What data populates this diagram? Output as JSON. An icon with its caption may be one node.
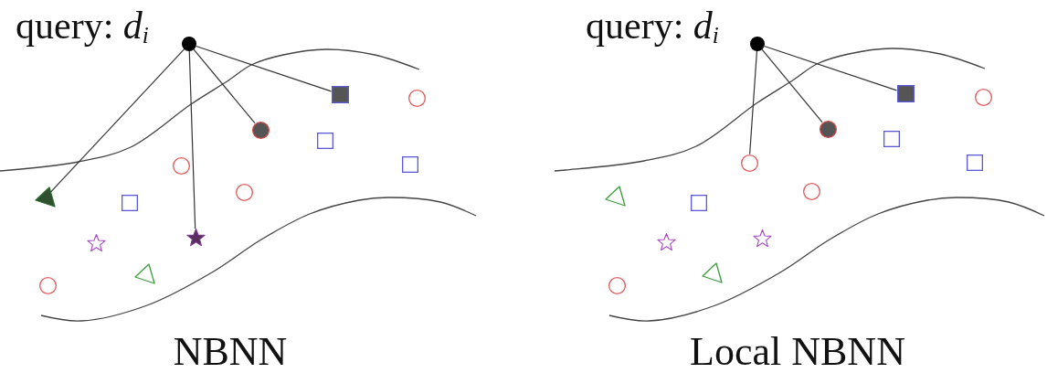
{
  "diagram": {
    "nodes": [
      {
        "text": [],
        "shape": "circle",
        "beside": [
          "query: *d*$_{i}$"
        ]
      },
      {
        "text": [],
        "shape": "square"
      },
      {
        "text": [],
        "shape": "circle"
      },
      {
        "text": [],
        "shape": "triangle"
      },
      {
        "text": [],
        "shape": "star"
      },
      {
        "text": [],
        "shape": "circle",
        "beside": [
          "query: *d*$_{i}$"
        ]
      },
      {
        "text": [],
        "shape": "square"
      },
      {
        "text": [],
        "shape": "circle"
      },
      {
        "text": [],
        "shape": "circle"
      }
    ],
    "edges": [
      {
        "from": 0,
        "to": 1,
        "arrow": "none"
      },
      {
        "from": 0,
        "to": 2,
        "arrow": "none"
      },
      {
        "from": 0,
        "to": 3,
        "arrow": "none"
      },
      {
        "from": 0,
        "to": 4,
        "arrow": "none"
      },
      {
        "from": 5,
        "to": 6,
        "arrow": "none"
      },
      {
        "from": 5,
        "to": 7,
        "arrow": "none"
      },
      {
        "from": 5,
        "to": 8,
        "arrow": "none"
      }
    ],
    "labels": [
      "NBNN",
      "Local NBNN"
    ]
  }
}
